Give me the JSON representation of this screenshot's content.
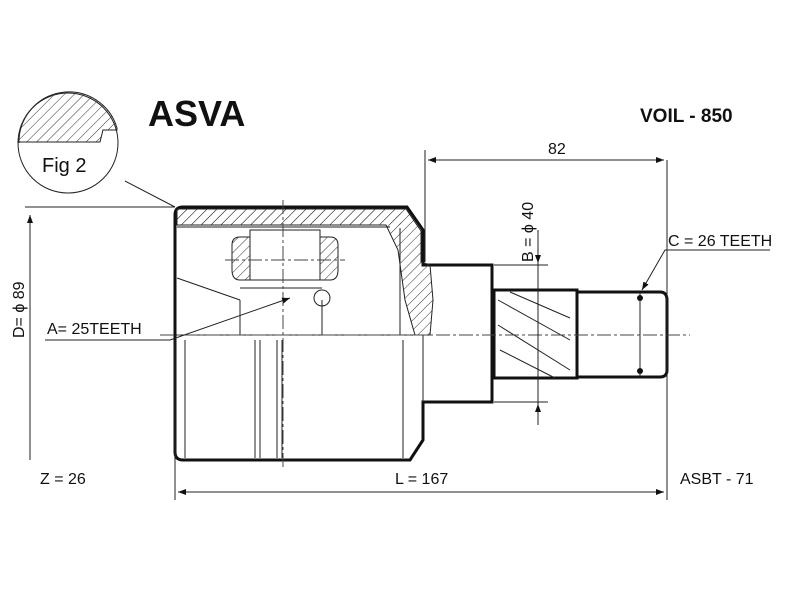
{
  "brand": "ASVA",
  "part_number": "VOIL - 850",
  "catalog_ref": "ASBT - 71",
  "detail_label": "Fig 2",
  "dimensions": {
    "shaft_length_label": "82",
    "B": "B = ϕ 40",
    "C": "C = 26 TEETH",
    "D": "D= ϕ 89",
    "A": "A= 25TEETH",
    "Z": "Z = 26",
    "L": "L = 167"
  }
}
